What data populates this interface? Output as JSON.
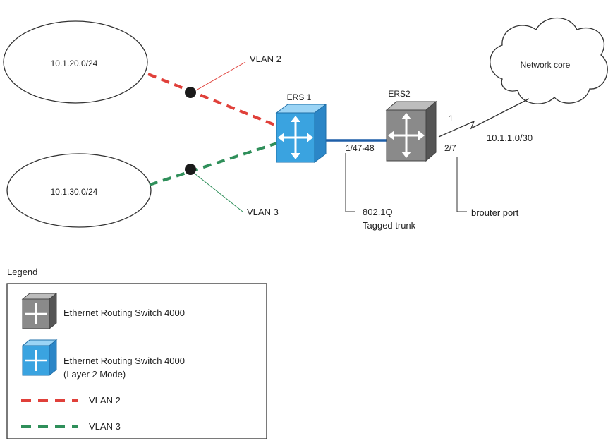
{
  "networks": {
    "net_a": "10.1.20.0/24",
    "net_b": "10.1.30.0/24",
    "core": "Network core"
  },
  "devices": {
    "ers1": "ERS 1",
    "ers2": "ERS2"
  },
  "labels": {
    "vlan2": "VLAN 2",
    "vlan3": "VLAN 3",
    "trunk_ports": "1/47-48",
    "trunk_line1": "802.1Q",
    "trunk_line2": "Tagged trunk",
    "port_1": "1",
    "port_27": "2/7",
    "wan_subnet": "10.1.1.0/30",
    "brouter": "brouter port"
  },
  "legend": {
    "title": "Legend",
    "ers_gray": "Ethernet Routing Switch 4000",
    "ers_blue_line1": "Ethernet Routing Switch 4000",
    "ers_blue_line2": "(Layer 2 Mode)",
    "vlan2": "VLAN 2",
    "vlan3": "VLAN 3"
  },
  "colors": {
    "vlan2": "#e0403a",
    "vlan3": "#2f8f5a",
    "trunk": "#1f5fa8",
    "switch_blue": "#3aa3e0",
    "switch_gray": "#7a7a7a"
  }
}
